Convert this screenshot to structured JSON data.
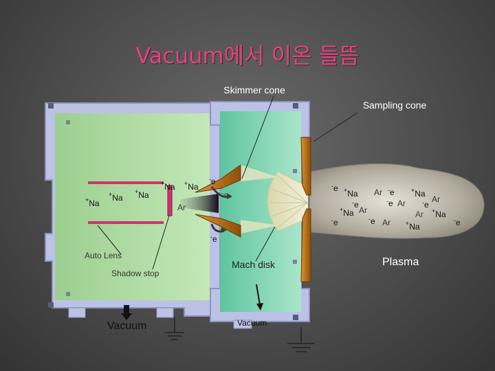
{
  "title": "Vacuum에서 이온 들뜸",
  "labels": {
    "skimmer_cone": "Skimmer cone",
    "sampling_cone": "Sampling cone",
    "auto_lens": "Auto Lens",
    "shadow_stop": "Shadow stop",
    "vacuum_left": "Vacuum",
    "vacuum_right": "Vacuum",
    "mach_disk": "Mach disk",
    "plasma": "Plasma"
  },
  "species": {
    "na_ion": "Na",
    "plus": "+",
    "argon": "Ar",
    "electron": "e",
    "minus": "-"
  },
  "colors": {
    "title": "#e8407c",
    "chamber_left": "#a9d79c",
    "chamber_right": "#7fd3b3",
    "cone": "#c97a1c",
    "lens": "#d0336e",
    "wall": "#bcc2e6",
    "plasma": "#b0aca0"
  }
}
